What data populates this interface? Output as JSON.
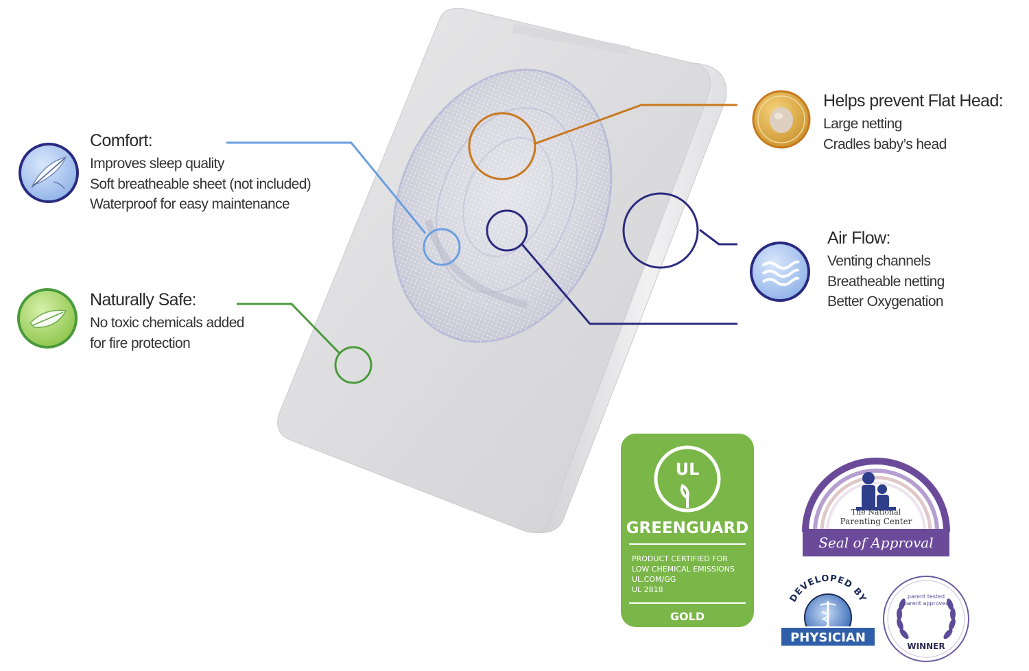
{
  "features": {
    "comfort": {
      "title": "Comfort:",
      "lines": [
        "Improves sleep quality",
        "Soft breatheable sheet (not included)",
        "Waterproof for easy maintenance"
      ],
      "icon": "feather-icon",
      "color": "#6a9fe0"
    },
    "safe": {
      "title": "Naturally Safe:",
      "lines": [
        "No toxic chemicals added",
        "for fire protection"
      ],
      "icon": "leaf-icon",
      "color": "#4a9a3c"
    },
    "flathead": {
      "title": "Helps prevent Flat Head:",
      "lines": [
        "Large netting",
        "Cradles baby’s head"
      ],
      "icon": "baby-head-icon",
      "color": "#c8781c"
    },
    "airflow": {
      "title": "Air Flow:",
      "lines": [
        "Venting channels",
        "Breatheable netting",
        "Better Oxygenation"
      ],
      "icon": "air-waves-icon",
      "color": "#2a2a80"
    }
  },
  "badges": {
    "greenguard": {
      "logo": "UL",
      "name": "GREENGUARD",
      "lines": [
        "PRODUCT CERTIFIED FOR",
        "LOW CHEMICAL EMISSIONS",
        "UL.COM/GG",
        "UL 2818"
      ],
      "level": "GOLD",
      "color": "#7ab648"
    },
    "npc": {
      "org_line1": "The National",
      "org_line2": "Parenting Center",
      "seal": "Seal of Approval",
      "color": "#6b4a9a"
    },
    "physician": {
      "top": "DEVELOPED BY",
      "bottom": "PHYSICIAN",
      "color": "#2f5fa8"
    },
    "parent_tested": {
      "brand_line1": "parent tested",
      "brand_line2": "parent approved",
      "award": "WINNER"
    }
  }
}
